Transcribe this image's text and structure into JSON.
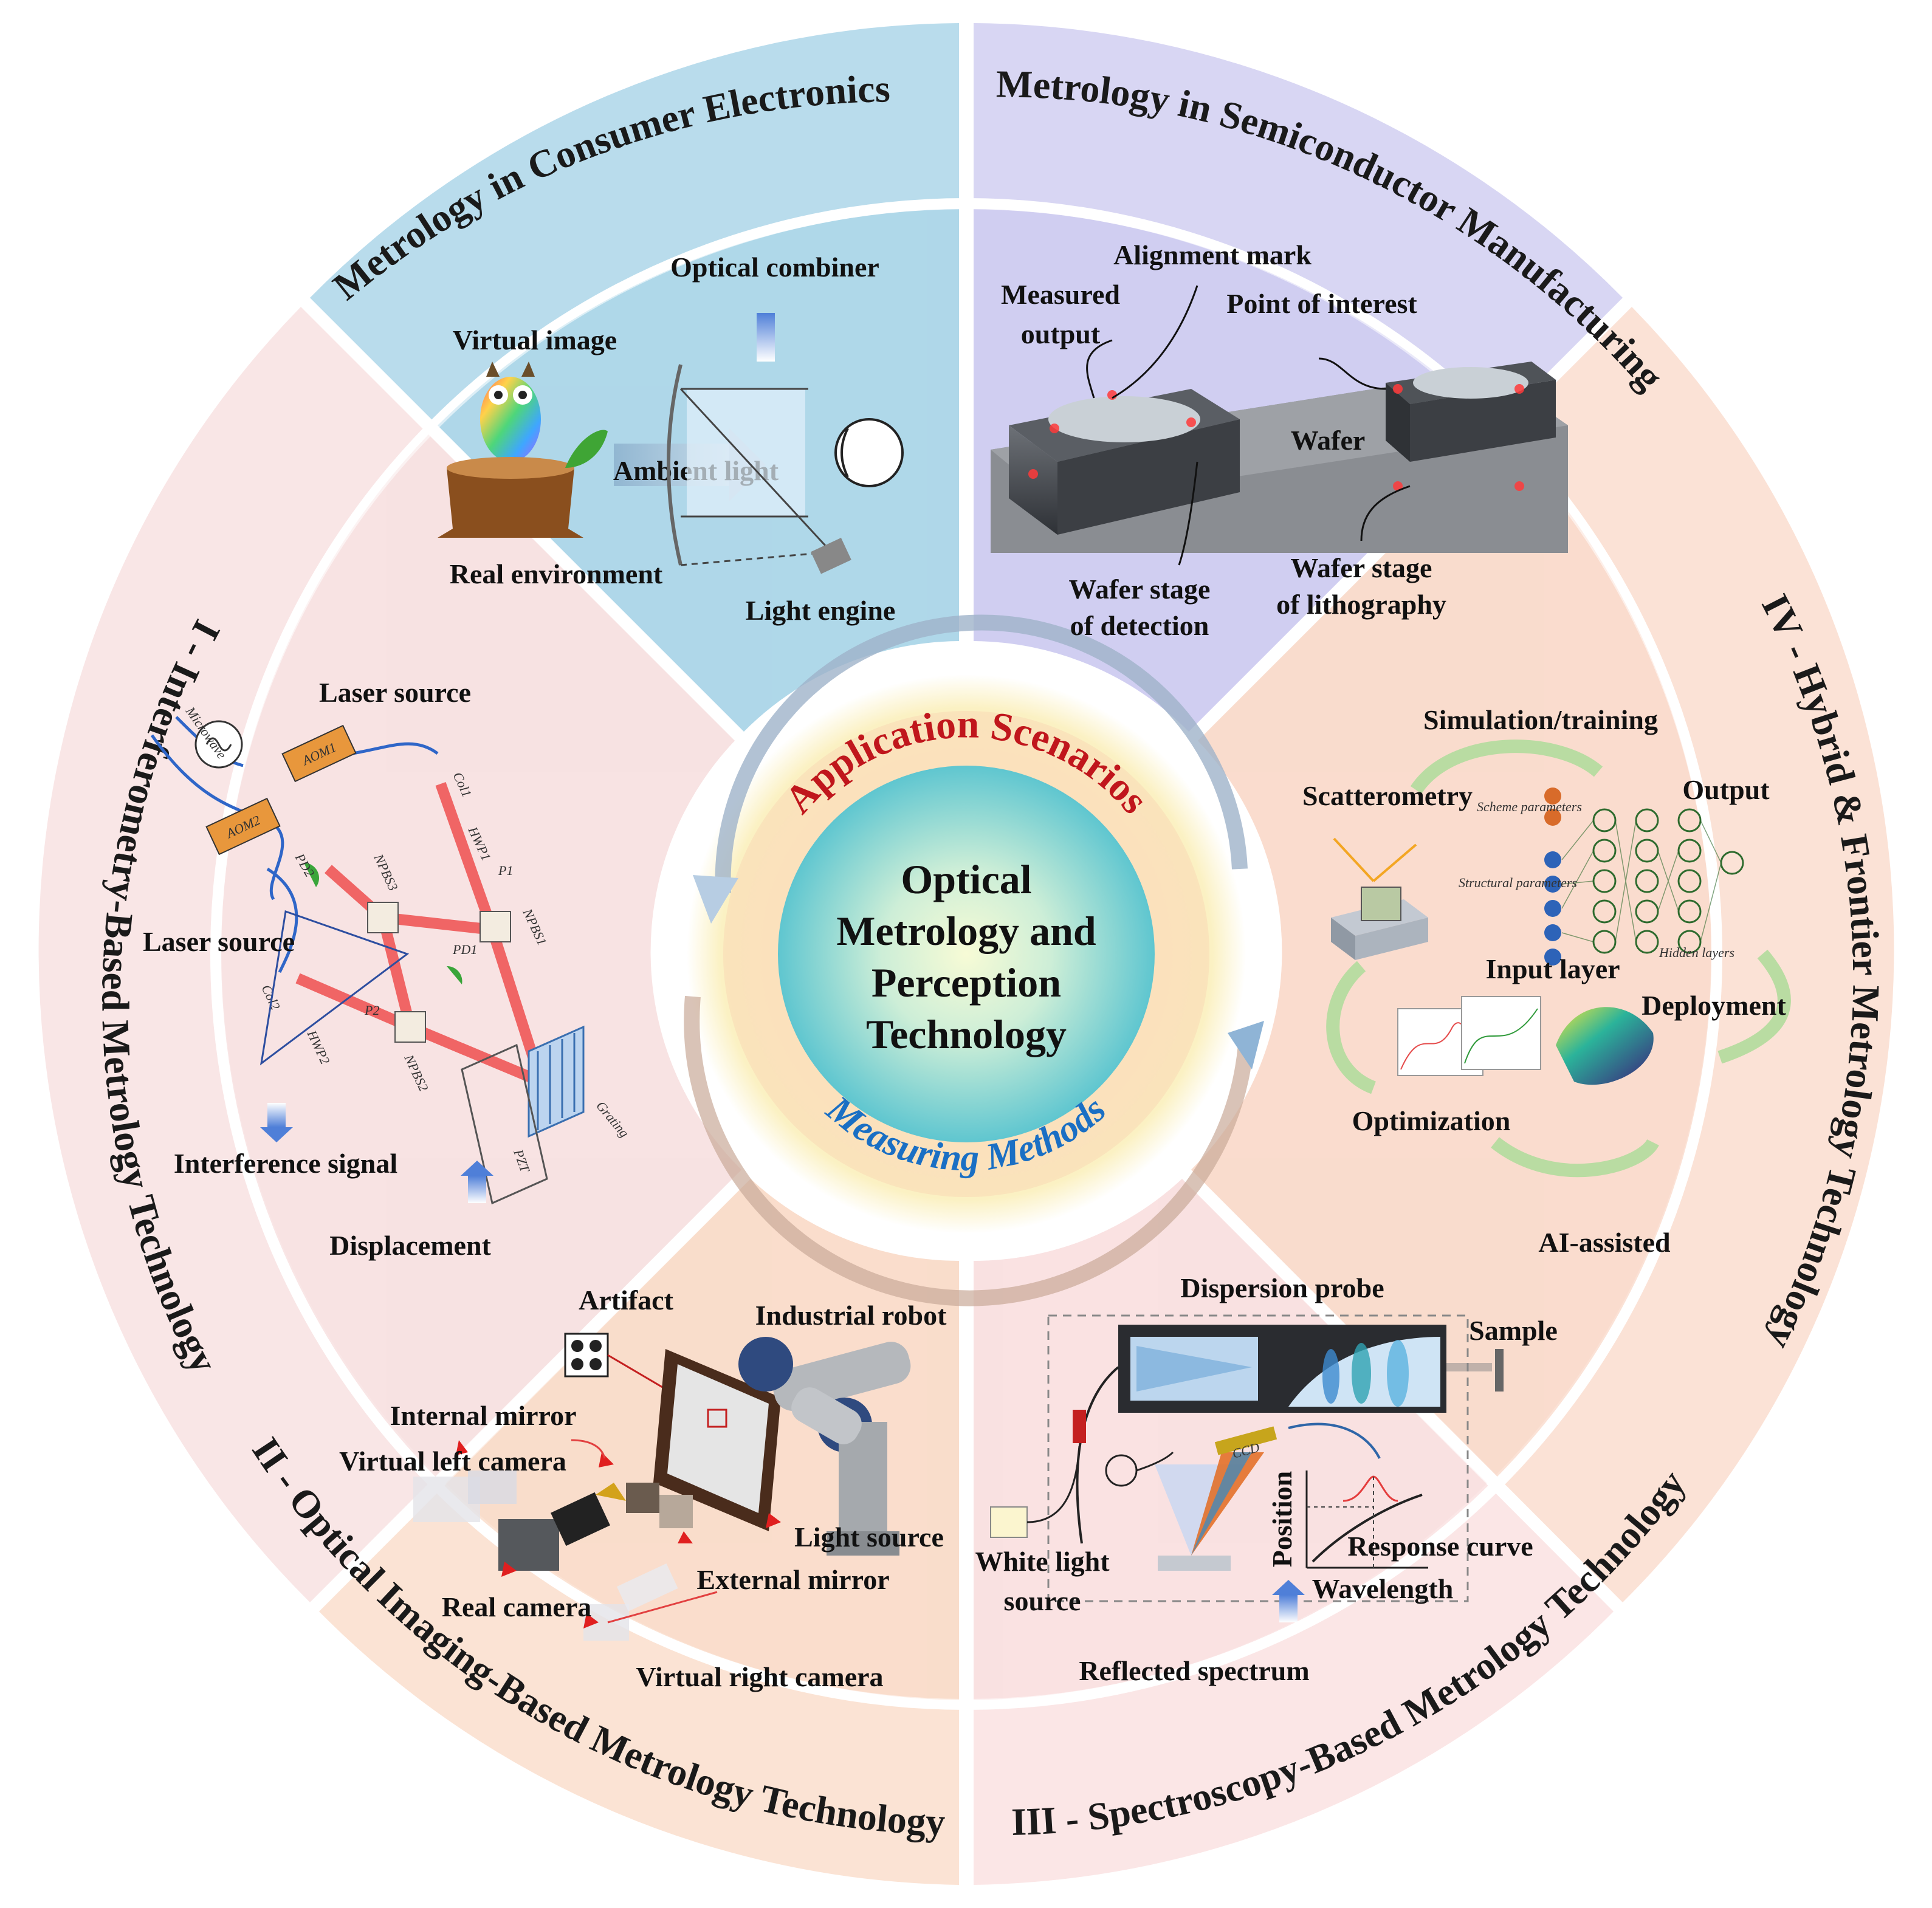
{
  "center": {
    "title_line1": "Optical",
    "title_line2": "Metrology and",
    "title_line3": "Perception",
    "title_line4": "Technology",
    "arc_top": "Application Scenarios",
    "arc_bottom": "Measuring Methods"
  },
  "ring_titles": {
    "consumer": "Metrology  in Consumer Electronics",
    "semiconductor": "Metrology in Semiconductor Manufacturing",
    "interferometry": "I - Interferometry-Based Metrology Technology",
    "imaging": "II - Optical Imaging-Based Metrology Technology",
    "spectroscopy": "III - Spectroscopy-Based Metrology Technology",
    "hybrid": "IV - Hybrid & Frontier Metrology Technology"
  },
  "consumer_labels": {
    "optical_combiner": "Optical combiner",
    "virtual_image": "Virtual image",
    "ambient_light": "Ambient light",
    "real_environment": "Real environment",
    "light_engine": "Light engine"
  },
  "semiconductor_labels": {
    "alignment_mark": "Alignment mark",
    "measured_output_1": "Measured",
    "measured_output_2": "output",
    "point_of_interest": "Point of interest",
    "wafer": "Wafer",
    "stage_detection_1": "Wafer stage",
    "stage_detection_2": "of detection",
    "stage_litho_1": "Wafer stage",
    "stage_litho_2": "of lithography"
  },
  "interferometry_labels": {
    "laser_source_top": "Laser source",
    "laser_source_left": "Laser source",
    "interference_signal": "Interference signal",
    "displacement": "Displacement",
    "microwave": "Microwave",
    "aom1": "AOM1",
    "aom2": "AOM2",
    "col1": "Col1",
    "col2": "Col2",
    "hwp1": "HWP1",
    "hwp2": "HWP2",
    "p1": "P1",
    "p2": "P2",
    "pd1": "PD1",
    "pd2": "PD2",
    "npbs1": "NPBS1",
    "npbs2": "NPBS2",
    "npbs3": "NPBS3",
    "grating": "Grating",
    "pzt": "PZT"
  },
  "hybrid_labels": {
    "simulation": "Simulation/training",
    "scatterometry": "Scatterometry",
    "output": "Output",
    "input_layer": "Input layer",
    "deployment": "Deployment",
    "optimization": "Optimization",
    "ai_assisted": "AI-assisted",
    "scheme_parameters": "Scheme parameters",
    "structural_parameters": "Structural parameters",
    "hidden_layers": "Hidden layers"
  },
  "imaging_labels": {
    "artifact": "Artifact",
    "industrial_robot": "Industrial robot",
    "internal_mirror": "Internal mirror",
    "virtual_left_camera": "Virtual left camera",
    "light_source": "Light source",
    "external_mirror": "External mirror",
    "real_camera": "Real camera",
    "virtual_right_camera": "Virtual right camera"
  },
  "spectroscopy_labels": {
    "dispersion_probe": "Dispersion probe",
    "sample": "Sample",
    "white_light_1": "White light",
    "white_light_2": "source",
    "position": "Position",
    "response_curve": "Response curve",
    "wavelength": "Wavelength",
    "reflected_spectrum": "Reflected spectrum",
    "ccd": "CCD"
  },
  "colors": {
    "consumer_bg": "#b9dcec",
    "semiconductor_bg": "#d8d6f3",
    "interferometry_bg": "#f9e6e6",
    "imaging_bg": "#fbe3d4",
    "spectroscopy_bg": "#fbe6e6",
    "hybrid_bg": "#fbe2d6",
    "title_red": "#c0161c",
    "title_blue": "#1a6fc4"
  }
}
